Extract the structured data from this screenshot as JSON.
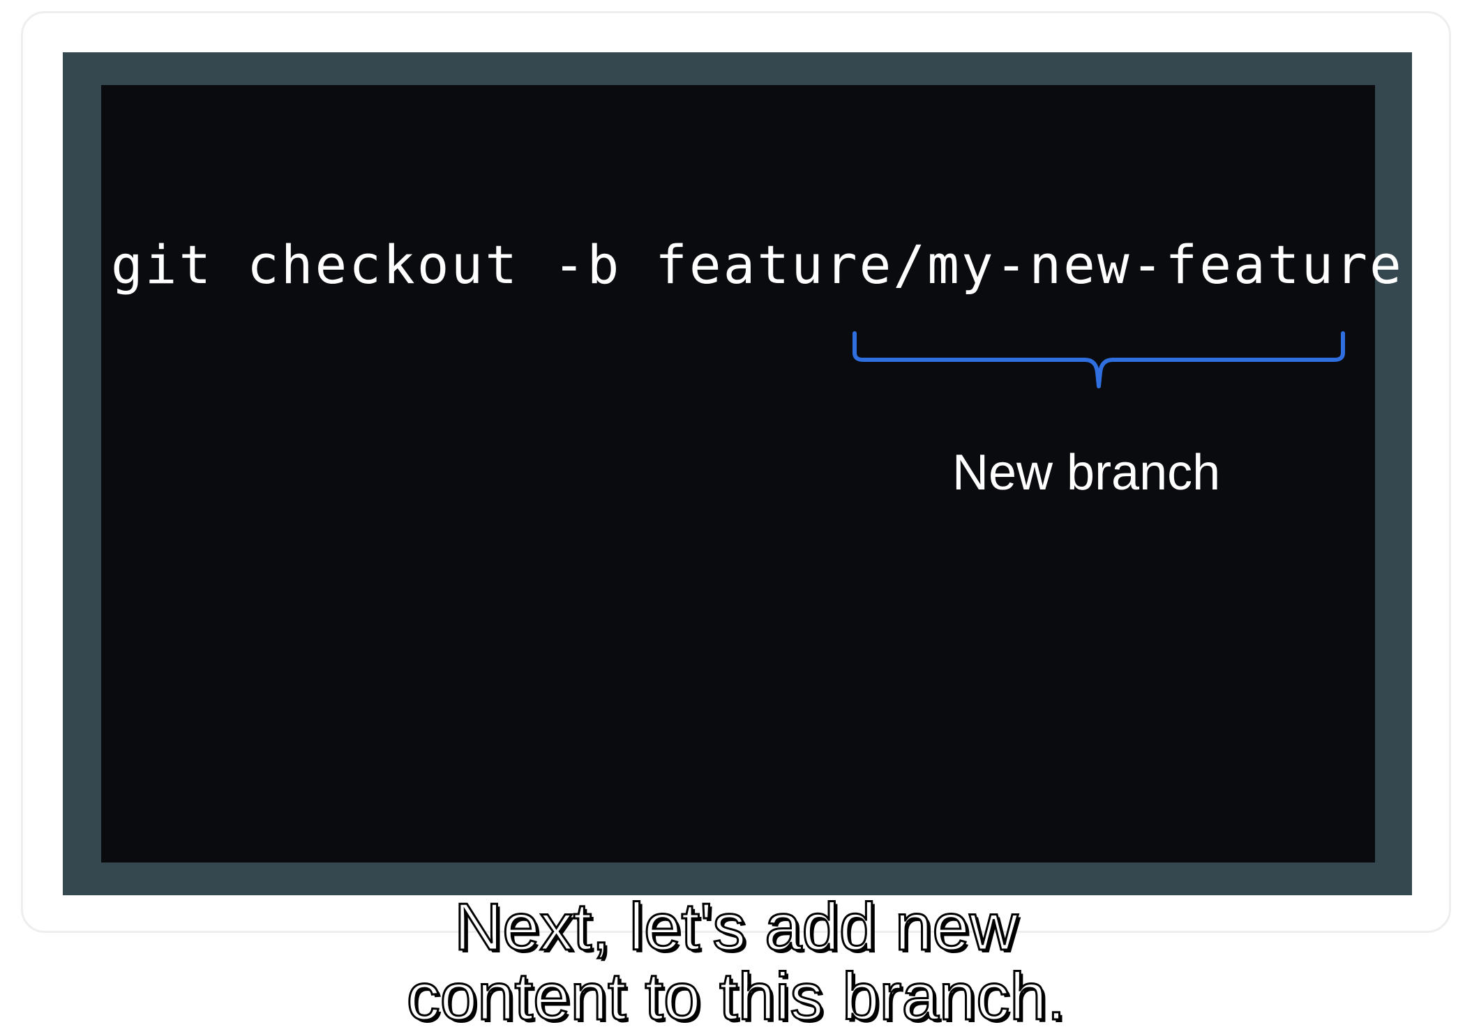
{
  "terminal": {
    "command": "git checkout -b feature/my-new-feature",
    "annotation_label": "New branch",
    "annotation_color": "#2f6fe0"
  },
  "captions": {
    "line1": "Next, let's add new",
    "line2": "content to this branch."
  }
}
